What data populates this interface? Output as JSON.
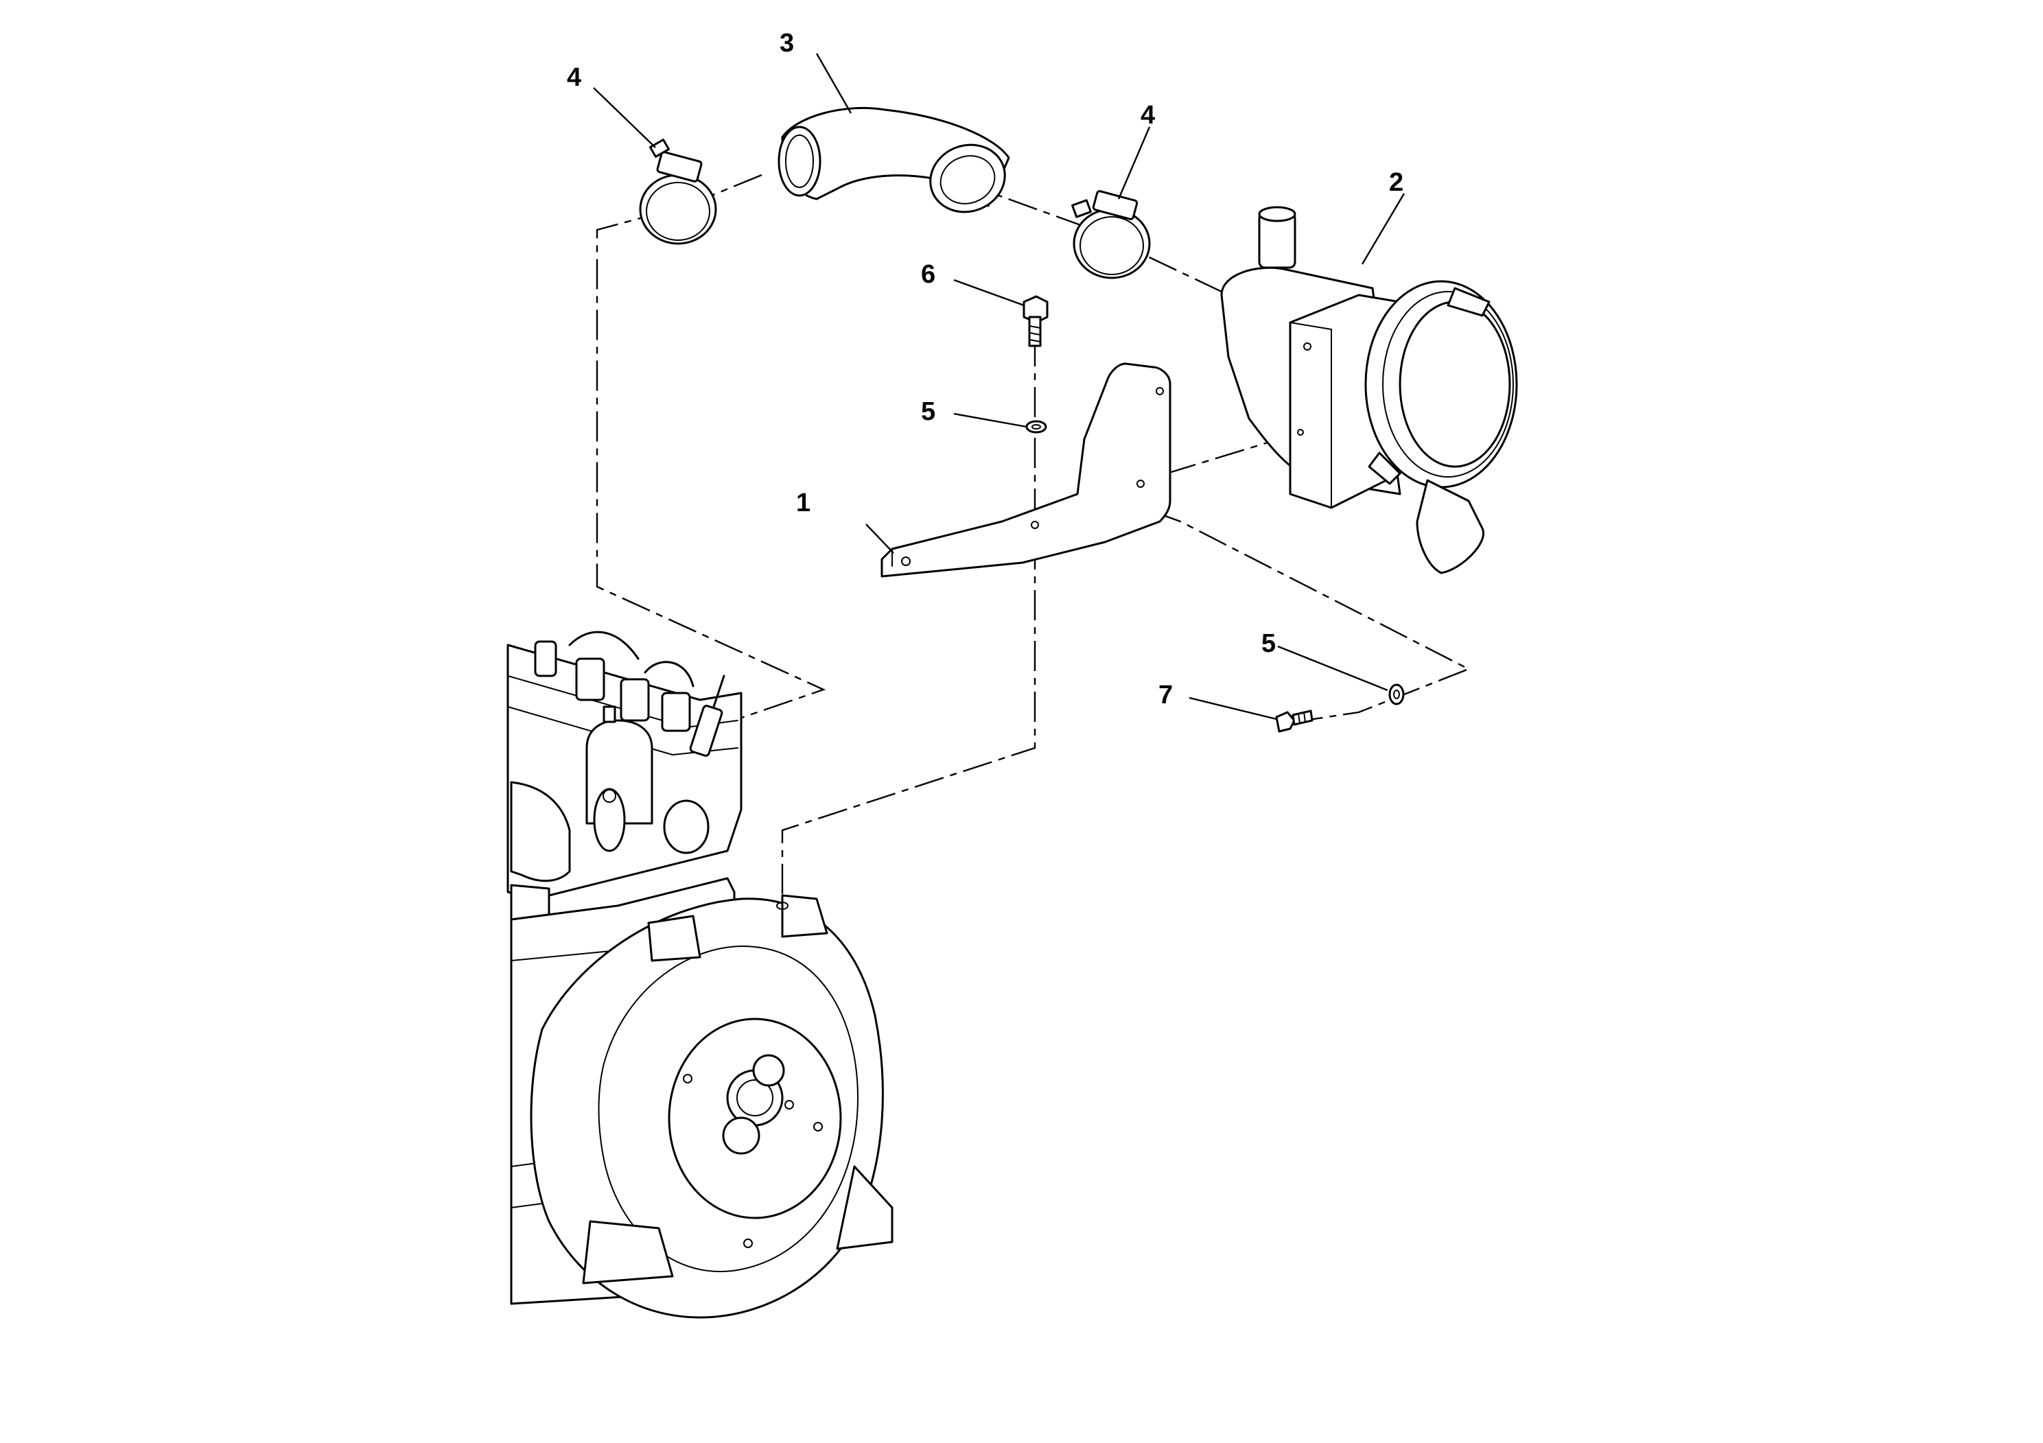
{
  "callouts": {
    "bracket": "1",
    "air_filter": "2",
    "hose": "3",
    "clamp_left": "4",
    "clamp_right": "4",
    "bolt": "6",
    "washer_top": "5",
    "washer_side": "5",
    "screw": "7"
  }
}
